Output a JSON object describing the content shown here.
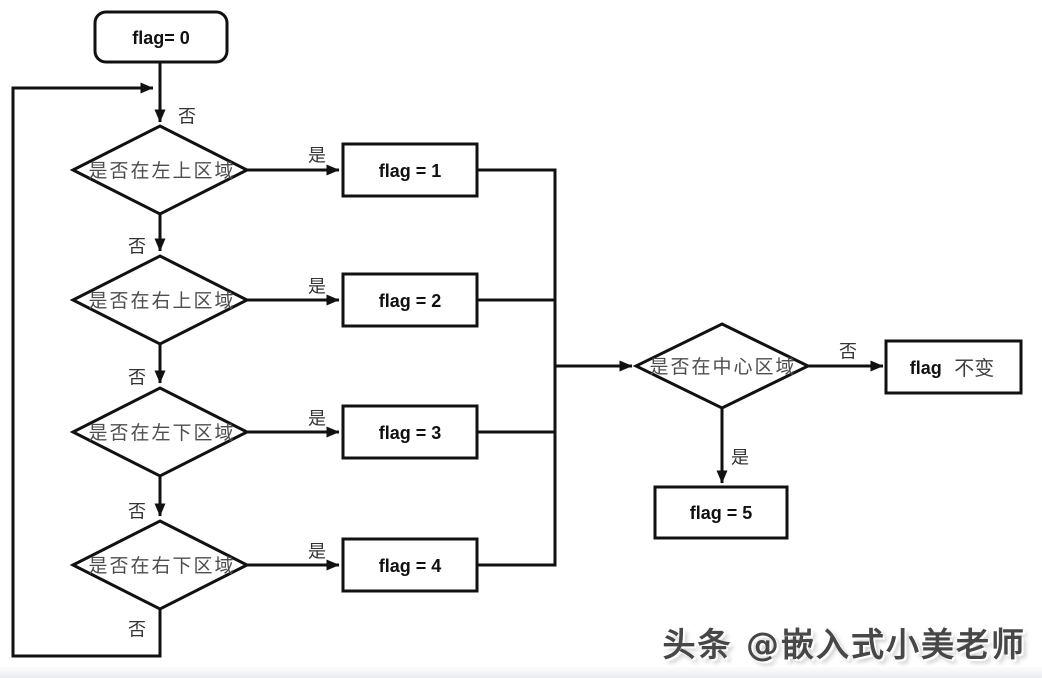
{
  "flowchart": {
    "start": {
      "label": "flag= 0"
    },
    "entry_no_label": "否",
    "decisions": [
      {
        "label": "是否在左上区域",
        "yes_label": "是",
        "no_label": "否",
        "result_label": "flag = 1"
      },
      {
        "label": "是否在右上区域",
        "yes_label": "是",
        "no_label": "否",
        "result_label": "flag = 2"
      },
      {
        "label": "是否在左下区域",
        "yes_label": "是",
        "no_label": "否",
        "result_label": "flag = 3"
      },
      {
        "label": "是否在右下区域",
        "yes_label": "是",
        "no_label": "否",
        "result_label": "flag = 4"
      }
    ],
    "center_decision": {
      "label": "是否在中心区域",
      "yes_label": "是",
      "no_label": "否"
    },
    "flag5": {
      "label": "flag = 5"
    },
    "flag_unchanged": {
      "label_en": "flag",
      "label_cn": "不变"
    },
    "colors": {
      "line": "#111111",
      "decision_text": "#4d4d4d",
      "result_text": "#111111",
      "background": "#ffffff",
      "watermark_text": "#474747",
      "bottom_band": "#eaecef"
    }
  },
  "watermark": {
    "text": "头条 @嵌入式小美老师"
  }
}
